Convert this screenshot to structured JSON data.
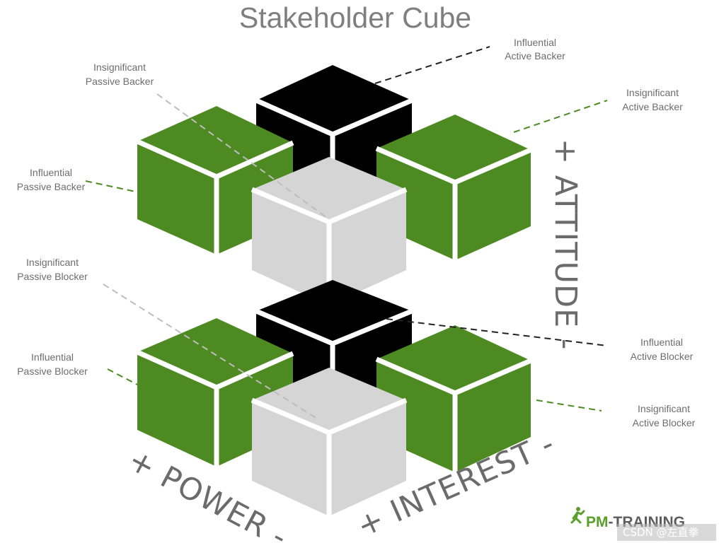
{
  "title": "Stakeholder Cube",
  "labels": {
    "influential_active_backer": [
      "Influential",
      "Active Backer"
    ],
    "insignificant_passive_backer": [
      "Insignificant",
      "Passive Backer"
    ],
    "insignificant_active_backer": [
      "Insignificant",
      "Active Backer"
    ],
    "influential_passive_backer": [
      "Influential",
      "Passive Backer"
    ],
    "insignificant_passive_blocker": [
      "Insignificant",
      "Passive Blocker"
    ],
    "influential_passive_blocker": [
      "Influential",
      "Passive Blocker"
    ],
    "influential_active_blocker": [
      "Influential",
      "Active Blocker"
    ],
    "insignificant_active_blocker": [
      "Insignificant",
      "Active Blocker"
    ]
  },
  "axes": {
    "attitude": "+ ATTITUDE -",
    "power": "+ POWER -",
    "interest": "+ INTEREST -"
  },
  "brand": {
    "prefix": "PM",
    "suffix": "-TRAINING"
  },
  "watermark": "CSDN @左直拳",
  "colors": {
    "green": "#4e8a22",
    "black": "#000000",
    "light": "#d5d5d5",
    "text": "#6d6d6d",
    "axis": "#6b6b6b",
    "brand_green": "#5a9e2b",
    "brand_dark": "#5c5c5c"
  }
}
